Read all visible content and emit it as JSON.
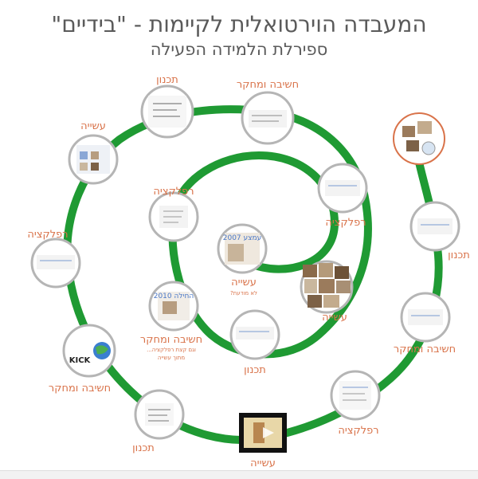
{
  "title": "המעבדה הוירטואלית לקיימות - \"בידיים\"",
  "subtitle": "ספירלת הלמידה הפעילה",
  "accent_color": "#1f9a33",
  "label_color": "#d9734a",
  "nodes": [
    {
      "label": "תכנון"
    },
    {
      "label": "חשיבה ומחקר"
    },
    {
      "label": "עשייה"
    },
    {
      "label": "רפלקציה"
    },
    {
      "label": "רפלקציה"
    },
    {
      "label": "תכנון"
    },
    {
      "label": "חשיבה ומחקר"
    },
    {
      "label": "רפלקציה"
    },
    {
      "label": "עשייה"
    },
    {
      "label": "תכנון"
    },
    {
      "label": "רפלקציה"
    },
    {
      "label": "עשייה",
      "note": "לא מודעת?"
    },
    {
      "label": "חשיבה ומחקר",
      "note1": "וגם קצת רפלקציה...",
      "note2": "מתוך עשייה"
    },
    {
      "label": "תכנון"
    },
    {
      "label": "עשייה"
    },
    {
      "label": "חשיבה ומחקר"
    }
  ],
  "thumbs": {
    "intro_text": "2007 עמצע",
    "video_text": "2010 החילה",
    "kick_text": "KICK"
  }
}
